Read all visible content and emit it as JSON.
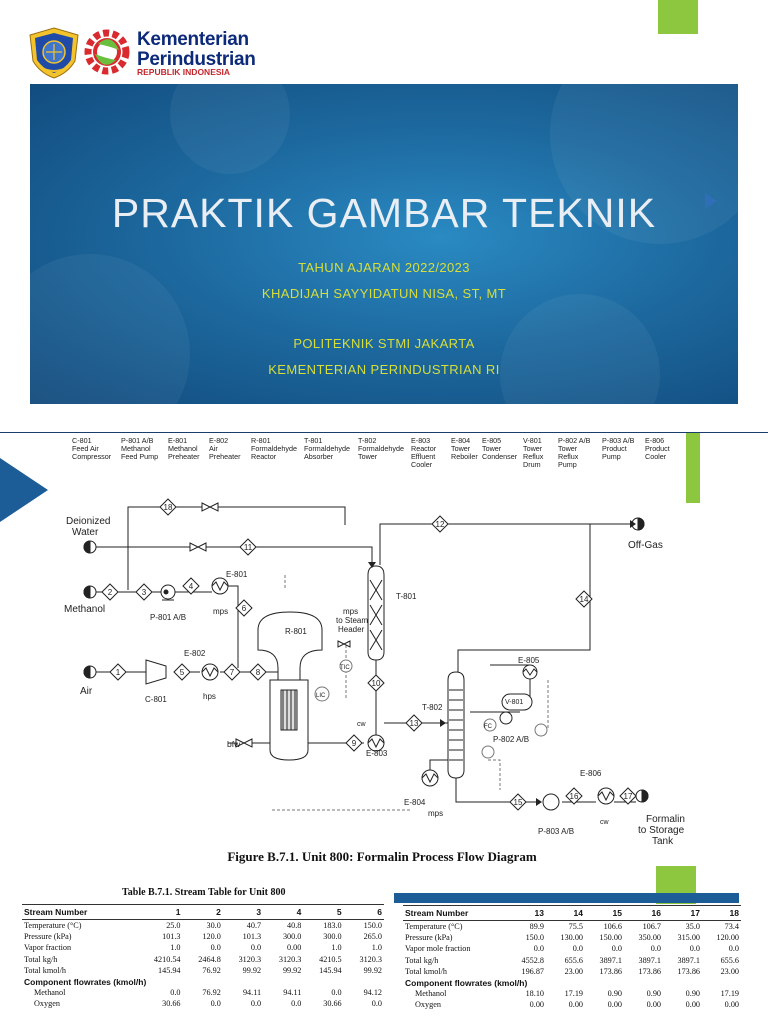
{
  "header": {
    "brand_line1": "Kementerian",
    "brand_line2": "Perindustrian",
    "brand_line3": "REPUBLIK INDONESIA"
  },
  "title_slide": {
    "title": "PRAKTIK GAMBAR TEKNIK",
    "year": "TAHUN AJARAN 2022/2023",
    "author": "KHADIJAH SAYYIDATUN NISA, ST, MT",
    "institution": "POLITEKNIK STMI JAKARTA",
    "ministry": "KEMENTERIAN PERINDUSTRIAN RI"
  },
  "pfd_slide": {
    "equipment": [
      {
        "tag": "C-801",
        "desc": "Feed Air\nCompressor"
      },
      {
        "tag": "P-801 A/B",
        "desc": "Methanol\nFeed Pump"
      },
      {
        "tag": "E-801",
        "desc": "Methanol\nPreheater"
      },
      {
        "tag": "E-802",
        "desc": "Air\nPreheater"
      },
      {
        "tag": "R-801",
        "desc": "Formaldehyde\nReactor"
      },
      {
        "tag": "T-801",
        "desc": "Formaldehyde\nAbsorber"
      },
      {
        "tag": "T-802",
        "desc": "Formaldehyde\nTower"
      },
      {
        "tag": "E-803",
        "desc": "Reactor\nEffluent\nCooler"
      },
      {
        "tag": "E-804",
        "desc": "Tower\nReboiler"
      },
      {
        "tag": "E-805",
        "desc": "Tower\nCondenser"
      },
      {
        "tag": "V-801",
        "desc": "Tower\nReflux\nDrum"
      },
      {
        "tag": "P-802 A/B",
        "desc": "Tower\nReflux\nPump"
      },
      {
        "tag": "P-803 A/B",
        "desc": "Product\nPump"
      },
      {
        "tag": "E-806",
        "desc": "Product\nCooler"
      }
    ],
    "labels": {
      "deionized_water": "Deionized\nWater",
      "methanol": "Methanol",
      "air": "Air",
      "off_gas": "Off-Gas",
      "formalin": "Formalin\nto Storage\nTank",
      "mps_header": "mps\nto Steam\nHeader",
      "bfw": "bfw",
      "mps": "mps",
      "hps": "hps",
      "cw": "cw",
      "tic": "TIC",
      "lic": "LIC",
      "fc": "FC",
      "p801": "P-801 A/B",
      "c801": "C-801",
      "e801": "E-801",
      "e802": "E-802",
      "e803": "E-803",
      "e804": "E-804",
      "e805": "E-805",
      "e806": "E-806",
      "r801": "R-801",
      "t801": "T-801",
      "t802": "T-802",
      "v801": "V-801",
      "p802": "P-802 A/B",
      "p803": "P-803 A/B"
    },
    "caption": "Figure B.7.1. Unit 800: Formalin Process Flow Diagram"
  },
  "table_slide": {
    "caption": "Table B.7.1. Stream Table for Unit 800",
    "left": {
      "header": [
        "Stream Number",
        "1",
        "2",
        "3",
        "4",
        "5",
        "6"
      ],
      "rows": [
        [
          "Temperature (°C)",
          "25.0",
          "30.0",
          "40.7",
          "40.8",
          "183.0",
          "150.0"
        ],
        [
          "Pressure (kPa)",
          "101.3",
          "120.0",
          "101.3",
          "300.0",
          "300.0",
          "265.0"
        ],
        [
          "Vapor fraction",
          "1.0",
          "0.0",
          "0.0",
          "0.00",
          "1.0",
          "1.0"
        ],
        [
          "Total kg/h",
          "4210.54",
          "2464.8",
          "3120.3",
          "3120.3",
          "4210.5",
          "3120.3"
        ],
        [
          "Total kmol/h",
          "145.94",
          "76.92",
          "99.92",
          "99.92",
          "145.94",
          "99.92"
        ]
      ],
      "section": "Component flowrates (kmol/h)",
      "comp_rows": [
        [
          "Methanol",
          "0.0",
          "76.92",
          "94.11",
          "94.11",
          "0.0",
          "94.12"
        ],
        [
          "Oxygen",
          "30.66",
          "0.0",
          "0.0",
          "0.0",
          "30.66",
          "0.0"
        ]
      ]
    },
    "right": {
      "header": [
        "Stream Number",
        "13",
        "14",
        "15",
        "16",
        "17",
        "18"
      ],
      "rows": [
        [
          "Temperature (°C)",
          "89.9",
          "75.5",
          "106.6",
          "106.7",
          "35.0",
          "73.4"
        ],
        [
          "Pressure (kPa)",
          "150.0",
          "130.00",
          "150.00",
          "350.00",
          "315.00",
          "120.00"
        ],
        [
          "Vapor mole fraction",
          "0.0",
          "0.0",
          "0.0",
          "0.0",
          "0.0",
          "0.0"
        ],
        [
          "Total kg/h",
          "4552.8",
          "655.6",
          "3897.1",
          "3897.1",
          "3897.1",
          "655.6"
        ],
        [
          "Total kmol/h",
          "196.87",
          "23.00",
          "173.86",
          "173.86",
          "173.86",
          "23.00"
        ]
      ],
      "section": "Component flowrates (kmol/h)",
      "comp_rows": [
        [
          "Methanol",
          "18.10",
          "17.19",
          "0.90",
          "0.90",
          "0.90",
          "17.19"
        ],
        [
          "Oxygen",
          "0.00",
          "0.00",
          "0.00",
          "0.00",
          "0.00",
          "0.00"
        ]
      ]
    }
  }
}
